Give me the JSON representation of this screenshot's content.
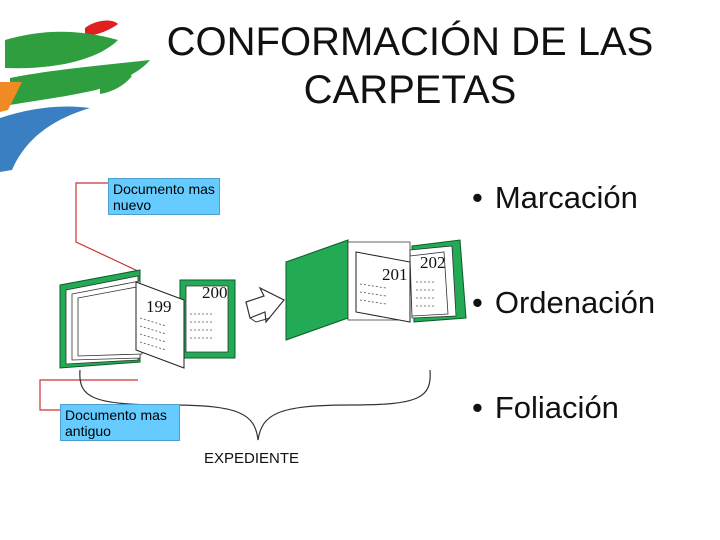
{
  "title": "CONFORMACIÓN DE LAS\nCARPETAS",
  "bullets": [
    {
      "symbol": "•",
      "text": "Marcación"
    },
    {
      "symbol": "•",
      "text": "Ordenación"
    },
    {
      "symbol": "•",
      "text": "Foliación"
    }
  ],
  "callouts": {
    "newest": "Documento mas nuevo",
    "oldest": "Documento mas antiguo"
  },
  "folio_numbers": {
    "n199": "199",
    "n200": "200",
    "n201": "201",
    "n202": "202"
  },
  "expediente_label": "EXPEDIENTE",
  "colors": {
    "folder_green": "#22aa55",
    "page_white": "#ffffff",
    "callout_blue": "#66ccff",
    "logo_green": "#2e9e3e",
    "logo_red": "#e02020",
    "logo_orange": "#f08a24",
    "logo_blue": "#3a7fc1",
    "connector_red": "#cc3333"
  },
  "icons": {
    "logo": "institution-logo",
    "arrow": "arrow-right-icon"
  }
}
